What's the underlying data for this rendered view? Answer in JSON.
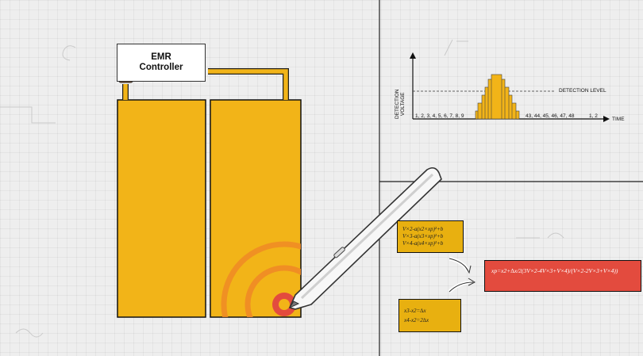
{
  "controller": {
    "line1": "EMR",
    "line2": "Controller"
  },
  "chart": {
    "ylabel_line1": "DETECTION",
    "ylabel_line2": "VOLTAGE",
    "detection_level": "DETECTION LEVEL",
    "ticks_left": "1, 2, 3, 4, 5, 6, 7, 8, 9",
    "ticks_right": "43, 44, 45, 46, 47, 48",
    "ticks_wrap": "1, 2",
    "time_label": "TIME"
  },
  "equations": {
    "box1": [
      "V×2-a(x2×xp)²+b",
      "V×3-a(x3×xp)²+b",
      "V×4-a(x4×xp)²+b"
    ],
    "box2": [
      "x3-x2=∆x",
      "x4-x2=2∆x"
    ],
    "result": "xp=x2+∆x/2(3V×2-4V×3+V×4)/(V×2-2V×3+V×4))"
  },
  "colors": {
    "accent": "#f2b418",
    "red": "#e34b3e",
    "orange": "#f08a26",
    "brown": "#9c5a25"
  }
}
